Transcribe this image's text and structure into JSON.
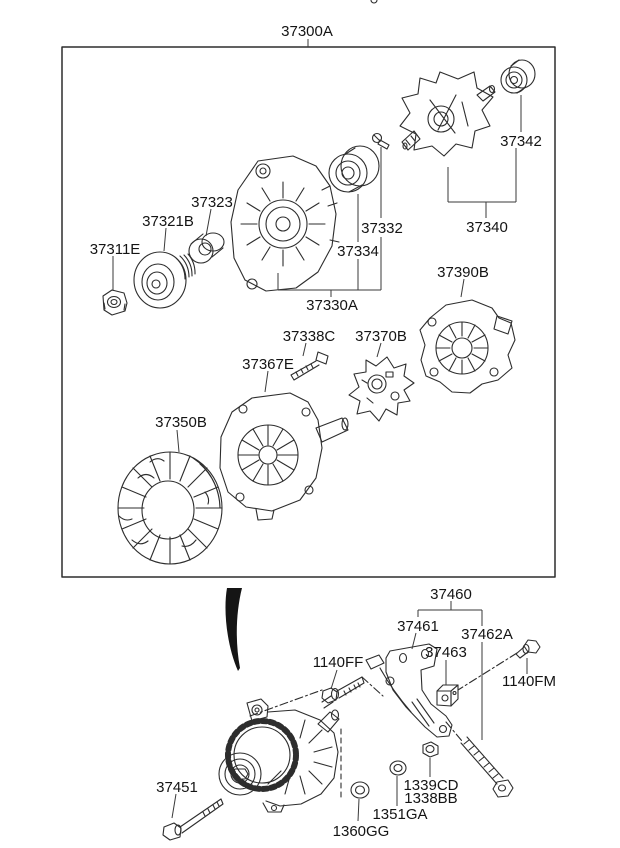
{
  "page": {
    "background": "#ffffff",
    "ink": "#2d2d2d"
  },
  "labels": {
    "a37300A": "37300A",
    "a37311E": "37311E",
    "a37321B": "37321B",
    "a37323": "37323",
    "a37330A": "37330A",
    "a37332": "37332",
    "a37334": "37334",
    "a37338C": "37338C",
    "a37340": "37340",
    "a37342": "37342",
    "a37350B": "37350B",
    "a37367E": "37367E",
    "a37370B": "37370B",
    "a37390B": "37390B",
    "a37451": "37451",
    "a37460": "37460",
    "a37461": "37461",
    "a37462A": "37462A",
    "a37463": "37463",
    "a1140FF": "1140FF",
    "a1140FM": "1140FM",
    "a1338BB": "1338BB",
    "a1339CD": "1339CD",
    "a1351GA": "1351GA",
    "a1360GG": "1360GG"
  }
}
